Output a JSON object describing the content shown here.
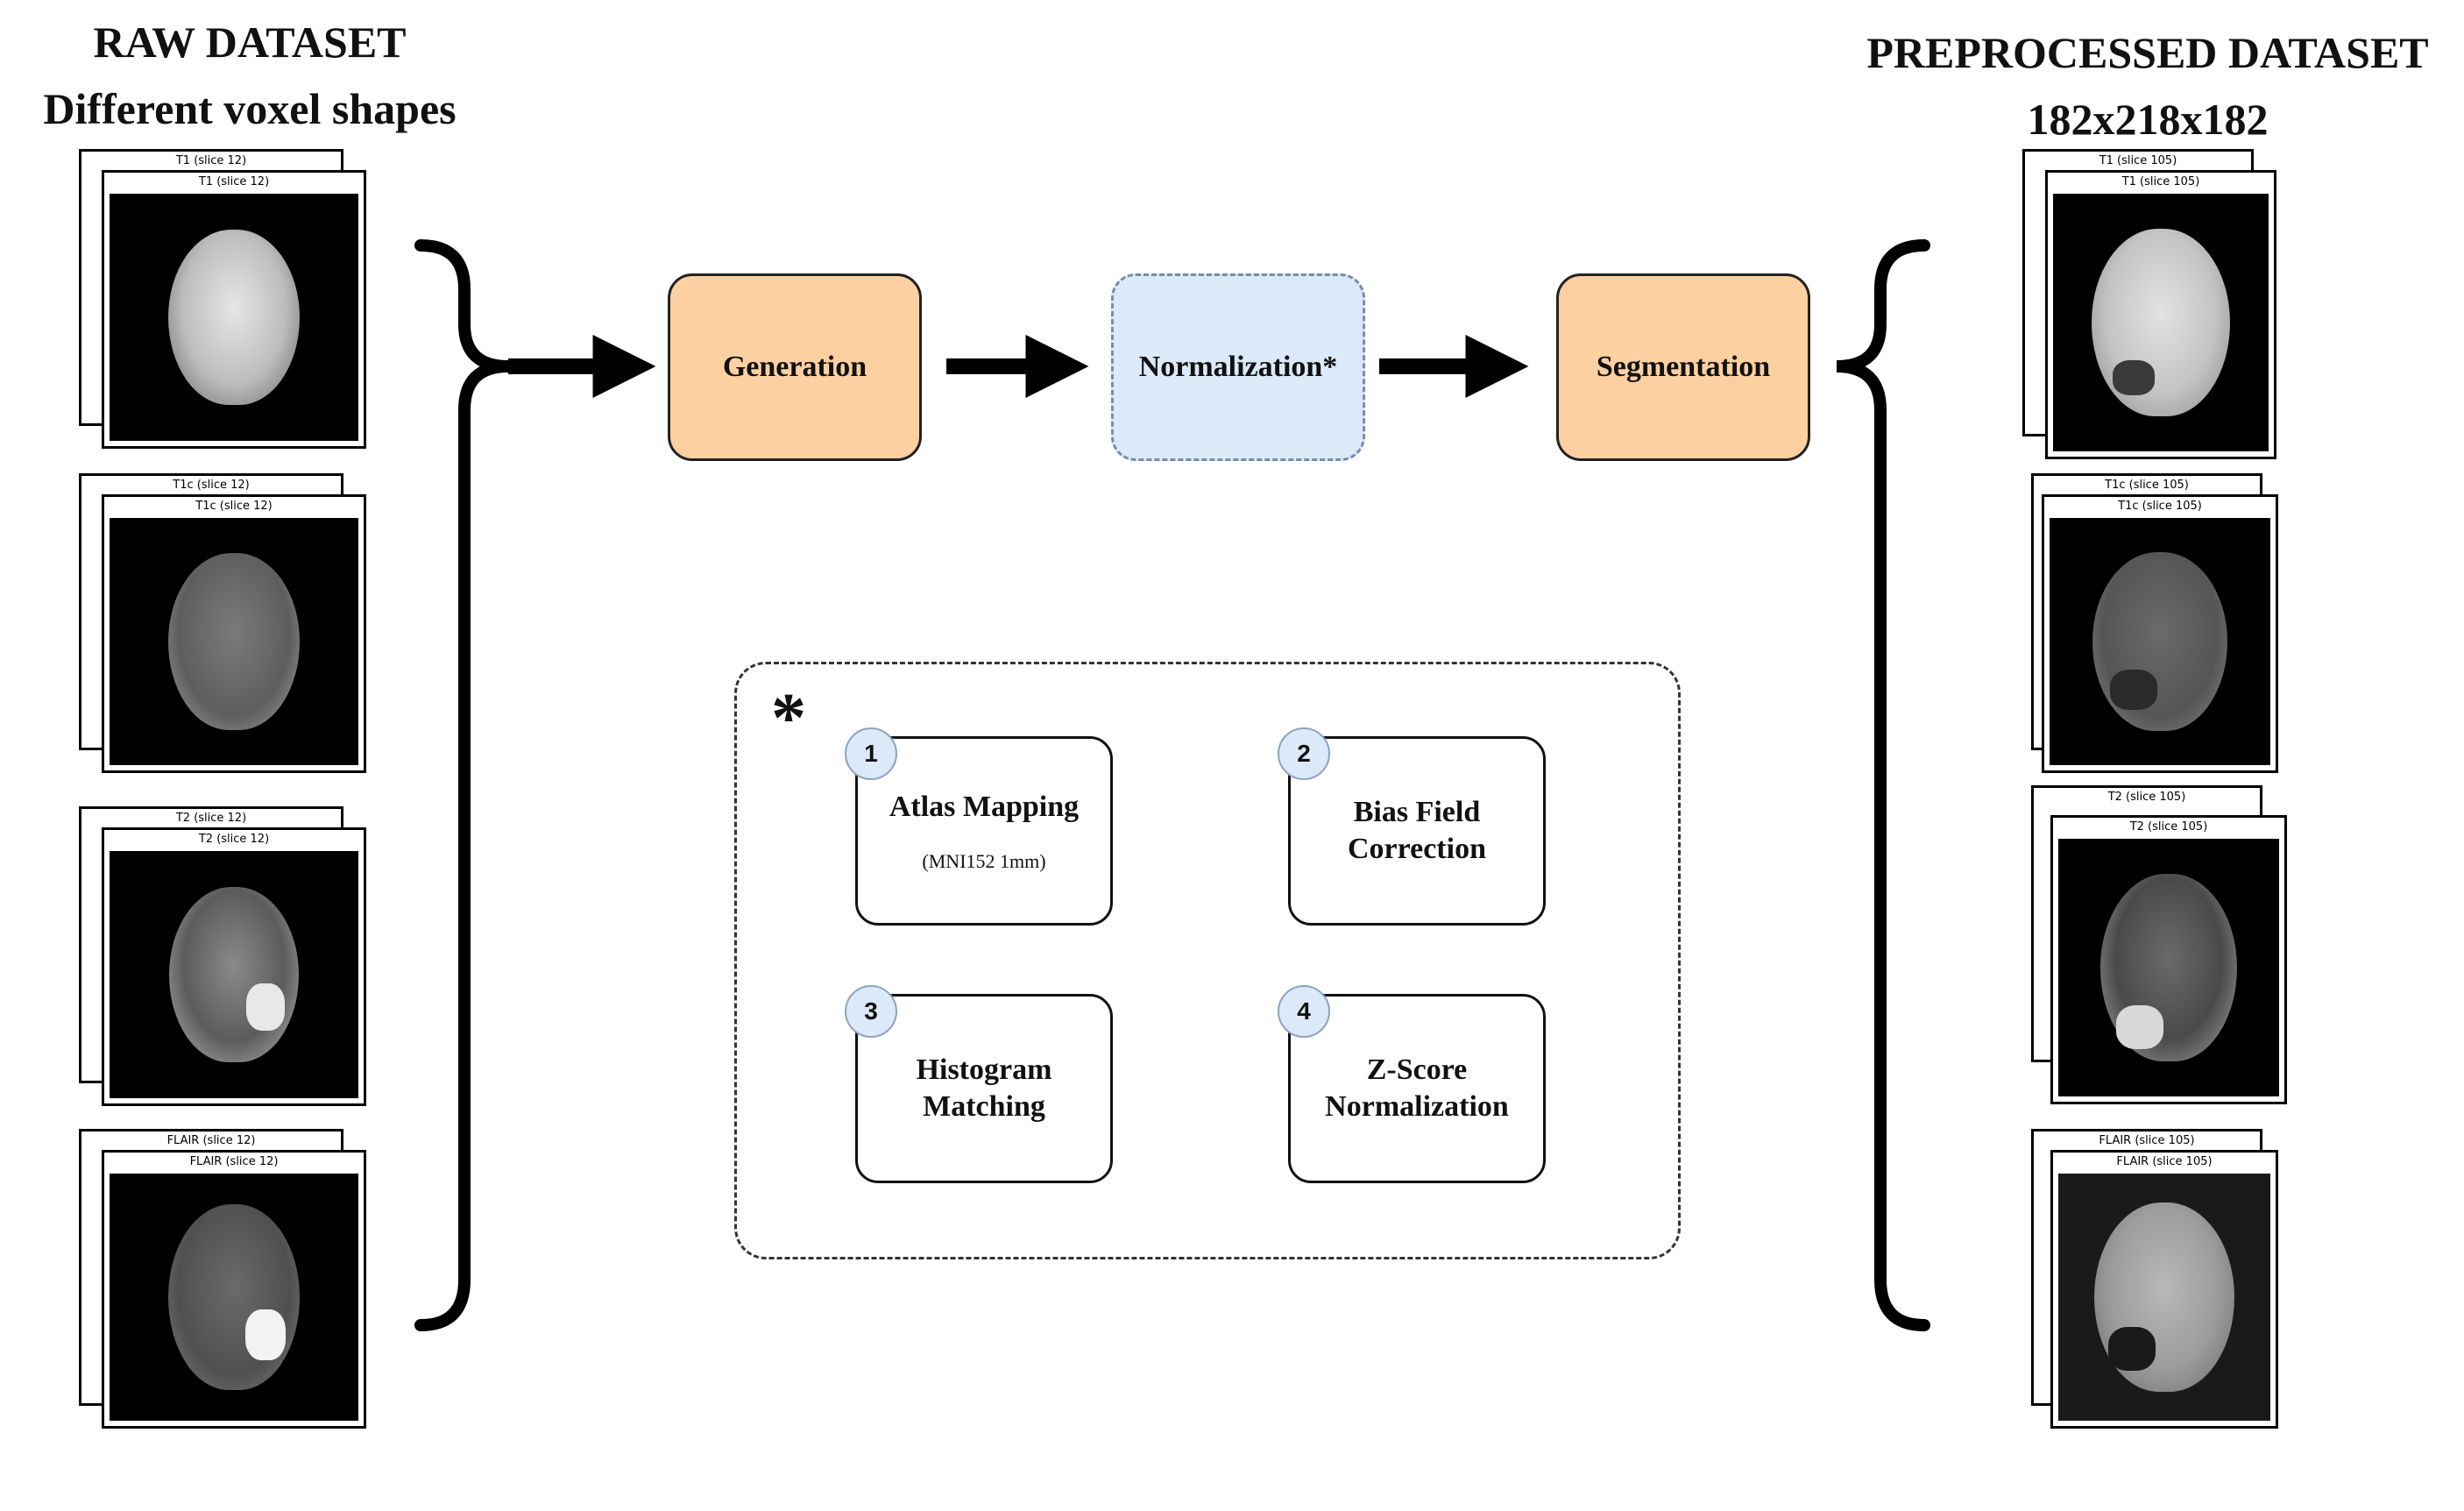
{
  "raw": {
    "heading_line1": "RAW DATASET",
    "heading_line2": "Different voxel shapes",
    "scans": [
      {
        "back": "T1 (slice 12)",
        "front": "T1 (slice 12)"
      },
      {
        "back": "T1c (slice 12)",
        "front": "T1c (slice 12)"
      },
      {
        "back": "T2 (slice 12)",
        "front": "T2 (slice 12)"
      },
      {
        "back": "FLAIR (slice 12)",
        "front": "FLAIR (slice 12)"
      }
    ]
  },
  "preprocessed": {
    "heading_line1": "PREPROCESSED DATASET",
    "heading_line2": "182x218x182",
    "scans": [
      {
        "back": "T1 (slice 105)",
        "front": "T1 (slice 105)"
      },
      {
        "back": "T1c (slice 105)",
        "front": "T1c (slice 105)"
      },
      {
        "back": "T2 (slice 105)",
        "front": "T2 (slice 105)"
      },
      {
        "back": "FLAIR (slice 105)",
        "front": "FLAIR (slice 105)"
      }
    ]
  },
  "pipeline": {
    "generation": "Generation",
    "normalization": "Normalization*",
    "segmentation": "Segmentation"
  },
  "normalization_steps": {
    "marker": "*",
    "steps": [
      {
        "number": "1",
        "title": "Atlas Mapping",
        "subtitle": "(MNI152 1mm)"
      },
      {
        "number": "2",
        "title": "Bias Field Correction"
      },
      {
        "number": "3",
        "title": "Histogram Matching"
      },
      {
        "number": "4",
        "title": "Z-Score Normalization"
      }
    ]
  },
  "colors": {
    "orange_box": "#fcd0a1",
    "blue_box": "#dce9f9",
    "badge": "#dce9f9"
  }
}
